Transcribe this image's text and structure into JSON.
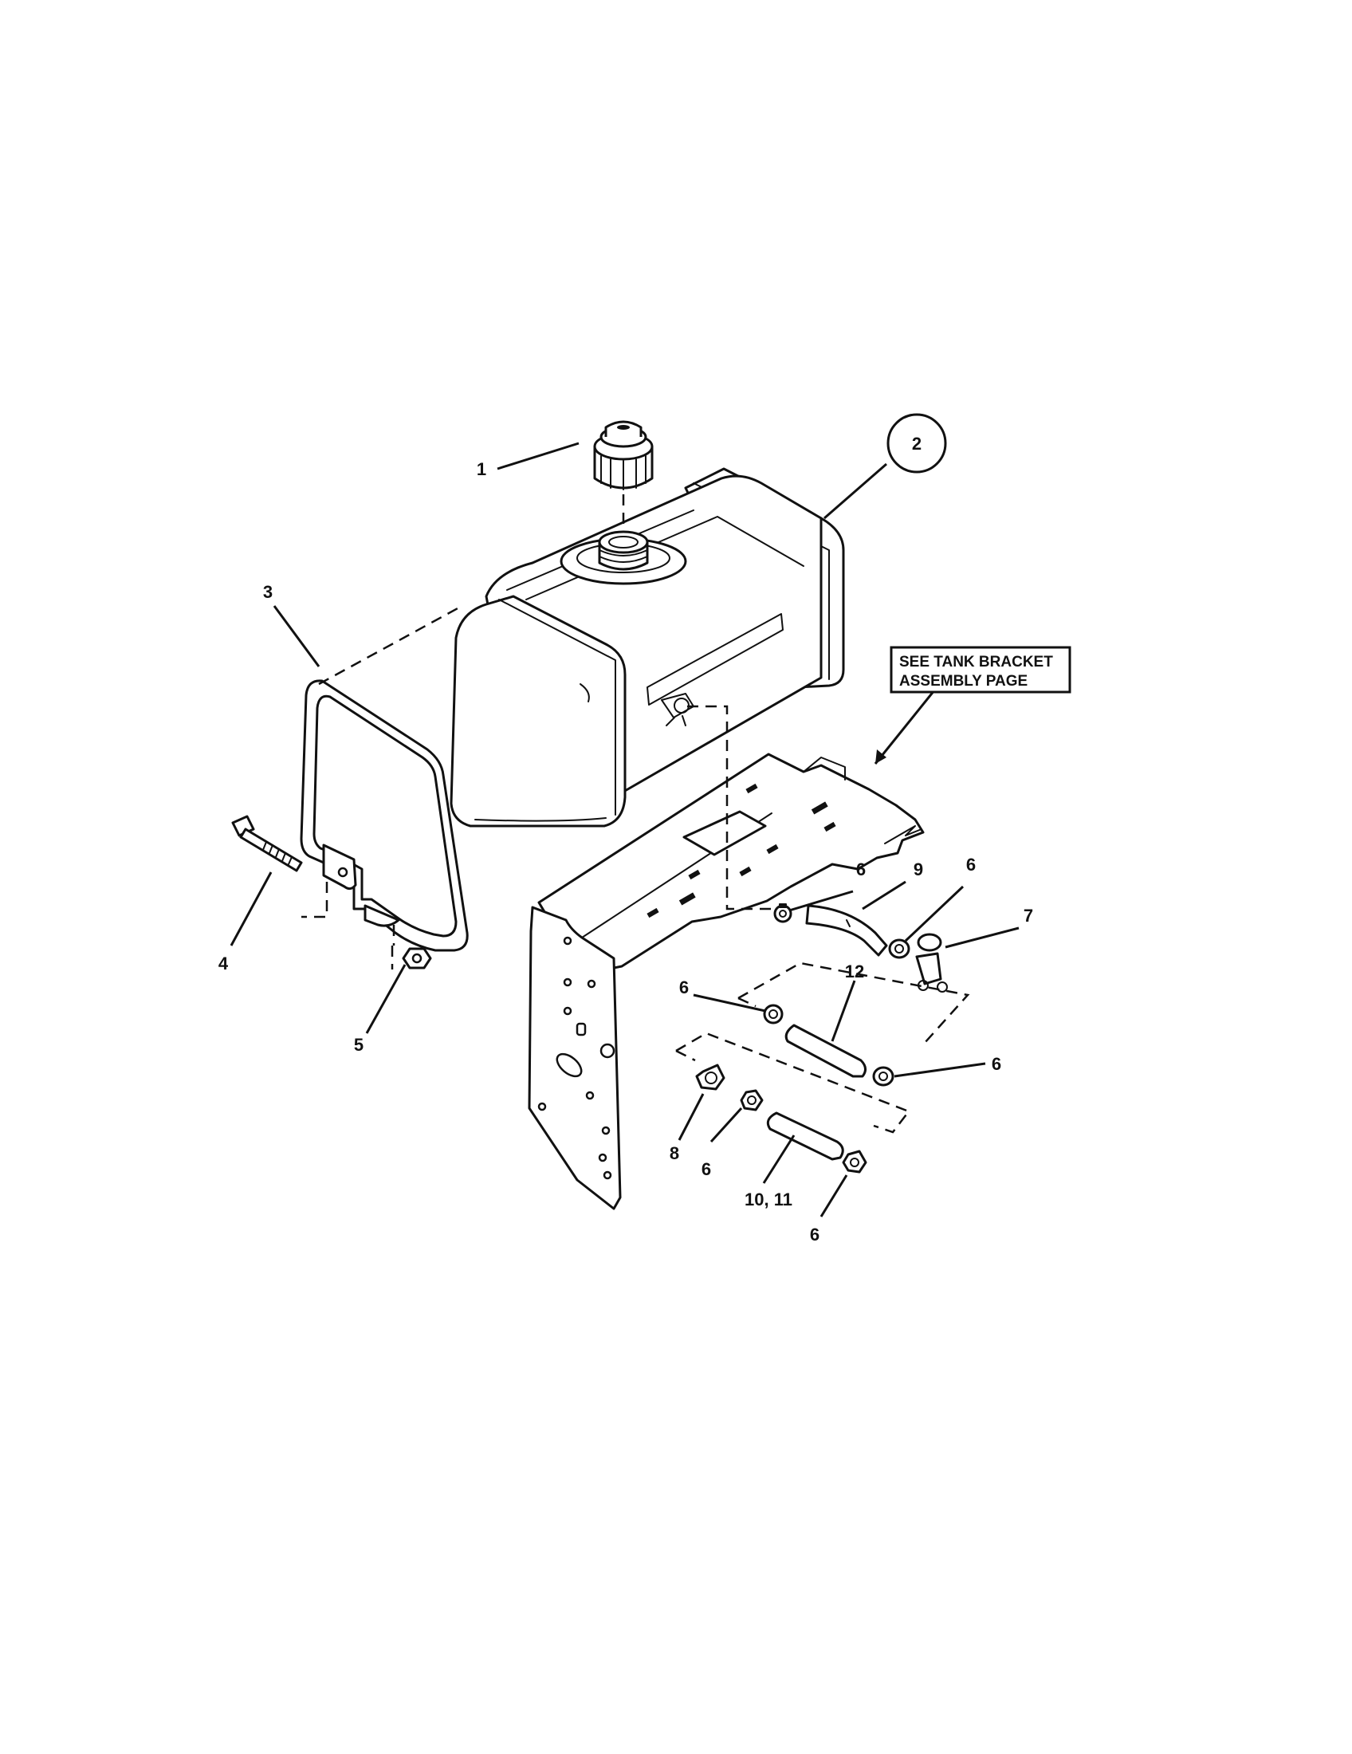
{
  "callouts": {
    "c1": "1",
    "c2": "2",
    "c3": "3",
    "c4": "4",
    "c5": "5",
    "c6a": "6",
    "c6b": "6",
    "c6c": "6",
    "c6d": "6",
    "c6e": "6",
    "c6f": "6",
    "c7": "7",
    "c8": "8",
    "c9": "9",
    "c10_11": "10, 11",
    "c12": "12"
  },
  "note": {
    "line1": "SEE TANK BRACKET",
    "line2": "ASSEMBLY PAGE"
  }
}
